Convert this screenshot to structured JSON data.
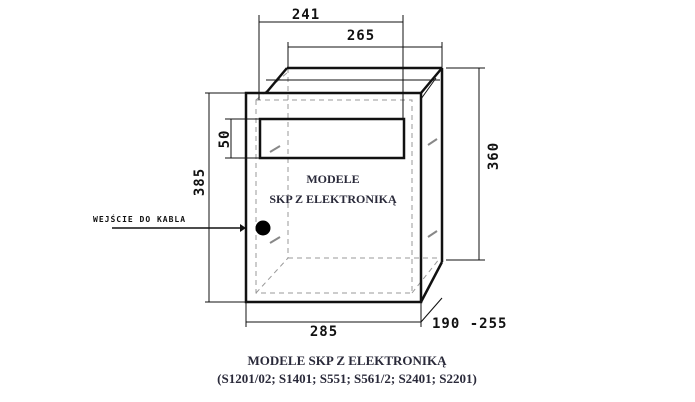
{
  "dimensions": {
    "width_inner_top": "241",
    "width_back": "265",
    "height_back": "360",
    "height_front": "385",
    "slot_height": "50",
    "width_front": "285",
    "depth": "190 -255"
  },
  "labels": {
    "cable_entry": "WEJŚCIE DO KABLA",
    "center_line1": "MODELE",
    "center_line2": "SKP Z ELEKTRONIKĄ"
  },
  "caption": {
    "line1": "MODELE SKP Z ELEKTRONIKĄ",
    "line2": "(S1201/02; S1401; S551; S561/2; S2401; S2201)"
  },
  "colors": {
    "stroke": "#111111",
    "dashed": "#999999",
    "text": "#2a2a3a"
  }
}
